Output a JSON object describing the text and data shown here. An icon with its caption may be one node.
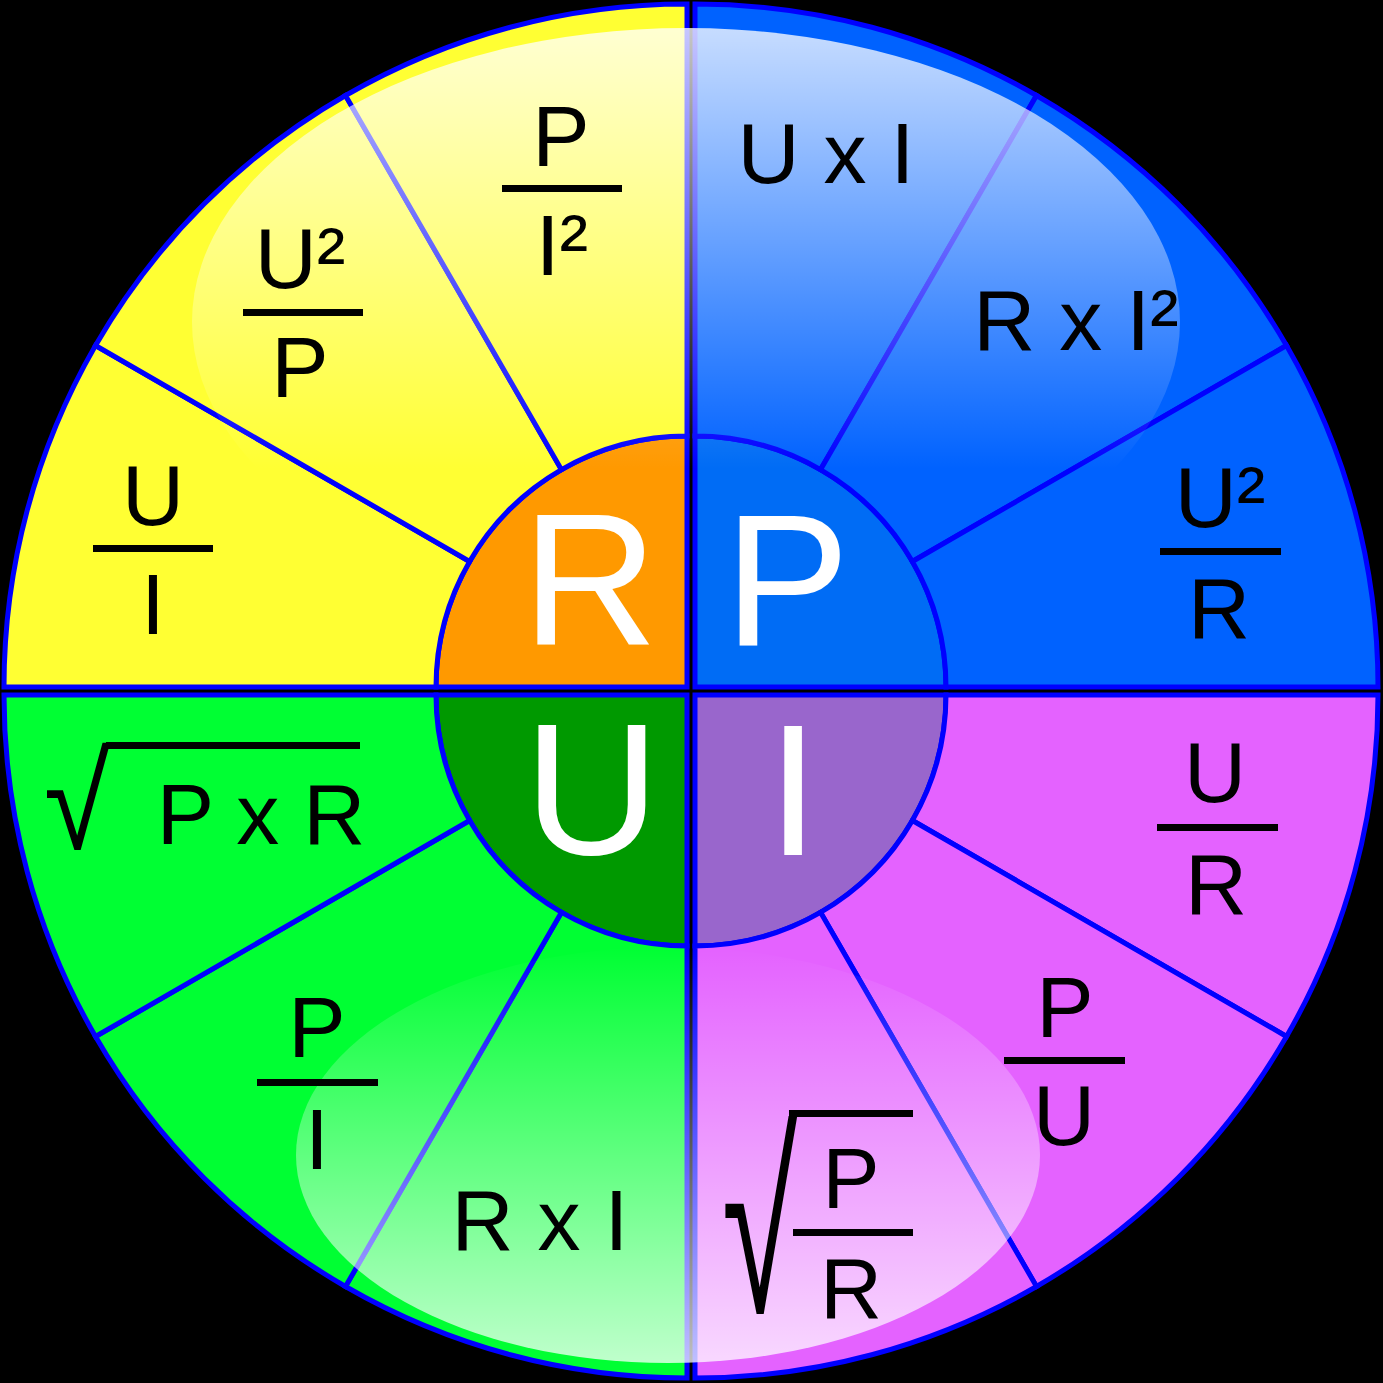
{
  "diagram": {
    "nodes": [
      {
        "text": [
          "R"
        ]
      },
      {
        "text": [
          "U",
          "I"
        ]
      },
      {
        "text": [
          "U²",
          "P"
        ]
      },
      {
        "text": [
          "P",
          "I²"
        ]
      },
      {
        "text": [
          "P"
        ]
      },
      {
        "text": [
          "U x I"
        ]
      },
      {
        "text": [
          "R x I²"
        ]
      },
      {
        "text": [
          "U²",
          "R"
        ]
      },
      {
        "text": [
          "I"
        ]
      },
      {
        "text": [
          "U",
          "R"
        ]
      },
      {
        "text": [
          "P",
          "U"
        ]
      },
      {
        "text": [
          "√",
          "P",
          "R"
        ]
      },
      {
        "text": [
          "U"
        ]
      },
      {
        "text": [
          "R x I"
        ]
      },
      {
        "text": [
          "P",
          "I"
        ]
      },
      {
        "text": [
          "√",
          "P x R"
        ]
      }
    ]
  }
}
